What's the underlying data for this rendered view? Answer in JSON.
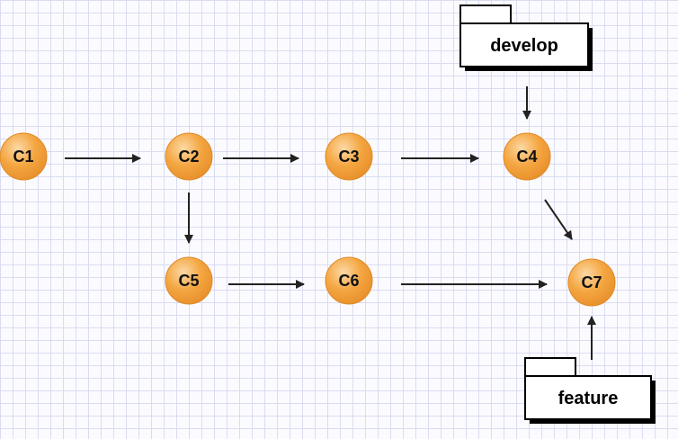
{
  "diagram": {
    "type": "git-commit-graph",
    "colors": {
      "node_fill": "#f4a641",
      "node_highlight": "#fcd9a6",
      "node_stroke": "#e0892a",
      "arrow": "#222222",
      "grid": "#d9dcf0"
    },
    "nodes": [
      {
        "id": "C1",
        "label": "C1"
      },
      {
        "id": "C2",
        "label": "C2"
      },
      {
        "id": "C3",
        "label": "C3"
      },
      {
        "id": "C4",
        "label": "C4"
      },
      {
        "id": "C5",
        "label": "C5"
      },
      {
        "id": "C6",
        "label": "C6"
      },
      {
        "id": "C7",
        "label": "C7"
      }
    ],
    "edges": [
      {
        "from": "C1",
        "to": "C2"
      },
      {
        "from": "C2",
        "to": "C3"
      },
      {
        "from": "C3",
        "to": "C4"
      },
      {
        "from": "C2",
        "to": "C5"
      },
      {
        "from": "C5",
        "to": "C6"
      },
      {
        "from": "C6",
        "to": "C7"
      },
      {
        "from": "C4",
        "to": "C7"
      }
    ],
    "branches": [
      {
        "id": "develop",
        "label": "develop",
        "points_to": "C4"
      },
      {
        "id": "feature",
        "label": "feature",
        "points_to": "C7"
      }
    ]
  }
}
